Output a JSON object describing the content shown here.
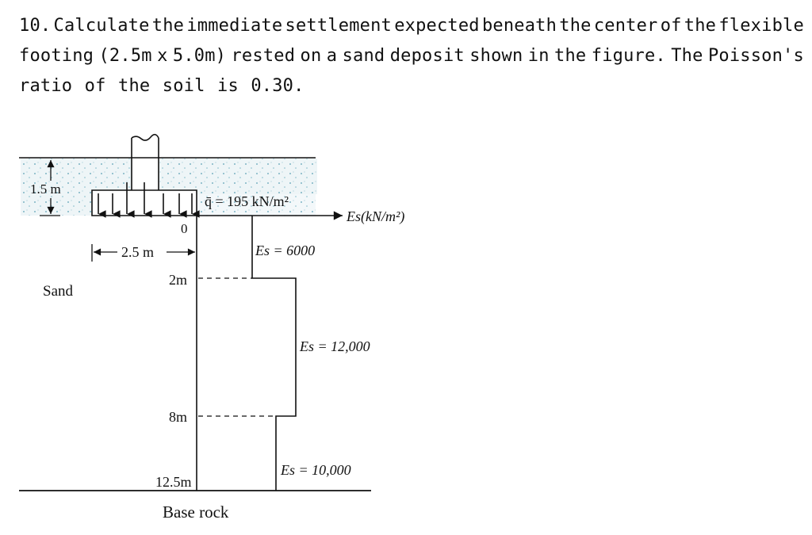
{
  "question": {
    "line1": [
      "10.",
      "Calculate",
      "the",
      "immediate",
      "settlement",
      "expected",
      "beneath",
      "the",
      "center",
      "of",
      "the",
      "flexible"
    ],
    "line2": [
      "footing",
      "(2.5m",
      "x",
      "5.0m)",
      "rested",
      "on",
      "a",
      "sand",
      "deposit",
      "shown",
      "in",
      "the",
      "figure.",
      "The",
      "Poisson's"
    ],
    "line3": "ratio of the soil is 0.30."
  },
  "figure": {
    "depth_label": "1.5 m",
    "load_label": "q̄ = 195 kN/m²",
    "es_axis_label": "Es(kN/m²)",
    "zero_label": "0",
    "width_label": "2.5 m",
    "soil_label": "Sand",
    "layers": [
      {
        "top_depth": "0",
        "bottom_depth": "2m",
        "label": "Es = 6000"
      },
      {
        "top_depth": "2m",
        "bottom_depth": "8m",
        "label": "Es = 12,000"
      },
      {
        "top_depth": "8m",
        "bottom_depth": "12.5m",
        "label": "Es = 10,000"
      }
    ],
    "base_label": "Base rock"
  }
}
